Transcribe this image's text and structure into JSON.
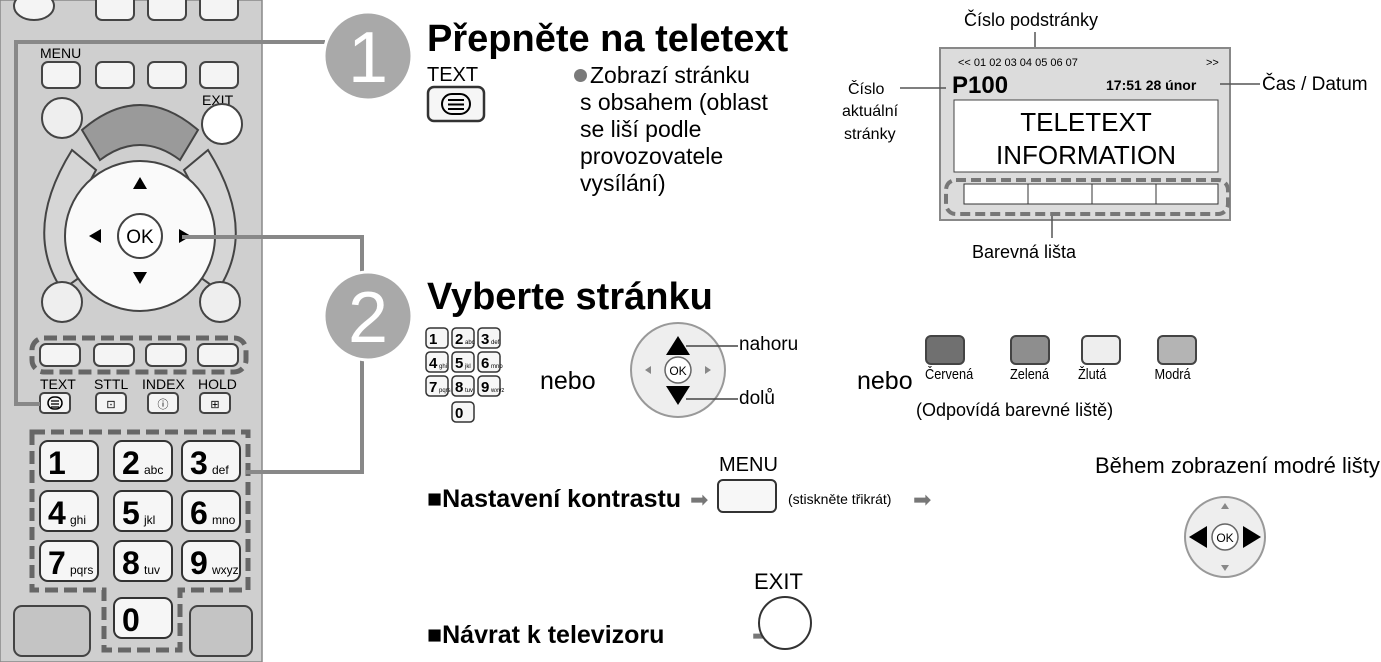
{
  "remote": {
    "menu_label": "MENU",
    "exit_label": "EXIT",
    "ok_label": "OK",
    "bottom_labels": [
      "TEXT",
      "STTL",
      "INDEX",
      "HOLD"
    ],
    "number_keys": [
      {
        "digit": "1",
        "letters": ""
      },
      {
        "digit": "2",
        "letters": "abc"
      },
      {
        "digit": "3",
        "letters": "def"
      },
      {
        "digit": "4",
        "letters": "ghi"
      },
      {
        "digit": "5",
        "letters": "jkl"
      },
      {
        "digit": "6",
        "letters": "mno"
      },
      {
        "digit": "7",
        "letters": "pqrs"
      },
      {
        "digit": "8",
        "letters": "tuv"
      },
      {
        "digit": "9",
        "letters": "wxyz"
      },
      {
        "digit": "0",
        "letters": ""
      }
    ]
  },
  "step1": {
    "number": "1",
    "title": "Přepněte na teletext",
    "key_label": "TEXT",
    "description_lines": [
      "Zobrazí stránku",
      "s obsahem (oblast",
      "se liší podle",
      "provozovatele",
      "vysílání)"
    ]
  },
  "diagram": {
    "subpage_label": "Číslo podstránky",
    "subpage_numbers": "<< 01 02 03 04 05 06 07",
    "subpage_next": ">>",
    "page_number": "P100",
    "time_date": "17:51 28 únor",
    "current_page_lines": [
      "Číslo",
      "aktuální",
      "stránky"
    ],
    "time_label": "Čas / Datum",
    "screen_lines": [
      "TELETEXT",
      "INFORMATION"
    ],
    "color_bar_label": "Barevná lišta"
  },
  "step2": {
    "number": "2",
    "title": "Vyberte stránku",
    "or1": "nebo",
    "or2": "nebo",
    "up_label": "nahoru",
    "down_label": "dolů",
    "colors": [
      "Červená",
      "Zelená",
      "Žlutá",
      "Modrá"
    ],
    "color_fills": [
      "#707070",
      "#8e8e8e",
      "#eeeeee",
      "#b4b4b4"
    ],
    "colors_note": "(Odpovídá barevné liště)"
  },
  "contrast": {
    "title": "Nastavení kontrastu",
    "menu_label": "MENU",
    "note": "(stiskněte třikrát)",
    "blue_bar_label": "Během zobrazení modré lišty"
  },
  "return_tv": {
    "title": "Návrat k televizoru",
    "exit_label": "EXIT"
  }
}
